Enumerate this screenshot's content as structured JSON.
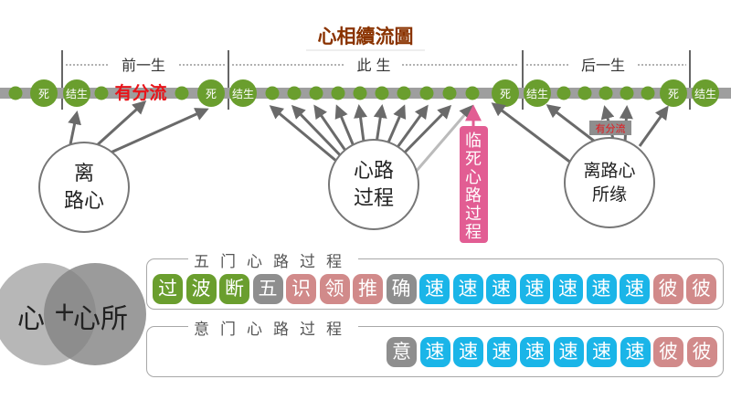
{
  "title": "心相續流圖",
  "sections": {
    "previous": "前一生",
    "present": "此 生",
    "next": "后一生"
  },
  "dot_labels": {
    "death": "死",
    "rebirth": "结生"
  },
  "annotation_red": "有分流",
  "annotation_small": "有分流",
  "circles": {
    "left": "离\n路心",
    "middle": "心路\n过程",
    "right": "离路心\n所缘"
  },
  "vertical_label": "临死心路过程",
  "venn": {
    "left": "心",
    "plus": "+",
    "right": "心所"
  },
  "colors": {
    "green": "#6a9e2e",
    "track": "#9e9e9e",
    "grey": "#8e8e8e",
    "pink": "#d18a8a",
    "blue": "#1ab5e8",
    "magenta": "#e25d93",
    "red": "#e8141a",
    "title": "#8a3300"
  },
  "five_door": {
    "title": "五门心路过程",
    "cells": [
      {
        "text": "过",
        "color": "green"
      },
      {
        "text": "波",
        "color": "green"
      },
      {
        "text": "断",
        "color": "green"
      },
      {
        "text": "五",
        "color": "grey"
      },
      {
        "text": "识",
        "color": "pink"
      },
      {
        "text": "领",
        "color": "pink"
      },
      {
        "text": "推",
        "color": "pink"
      },
      {
        "text": "确",
        "color": "grey"
      },
      {
        "text": "速",
        "color": "blue"
      },
      {
        "text": "速",
        "color": "blue"
      },
      {
        "text": "速",
        "color": "blue"
      },
      {
        "text": "速",
        "color": "blue"
      },
      {
        "text": "速",
        "color": "blue"
      },
      {
        "text": "速",
        "color": "blue"
      },
      {
        "text": "速",
        "color": "blue"
      },
      {
        "text": "彼",
        "color": "pink"
      },
      {
        "text": "彼",
        "color": "pink"
      }
    ]
  },
  "mind_door": {
    "title": "意门心路过程",
    "cells": [
      {
        "text": "意",
        "color": "grey"
      },
      {
        "text": "速",
        "color": "blue"
      },
      {
        "text": "速",
        "color": "blue"
      },
      {
        "text": "速",
        "color": "blue"
      },
      {
        "text": "速",
        "color": "blue"
      },
      {
        "text": "速",
        "color": "blue"
      },
      {
        "text": "速",
        "color": "blue"
      },
      {
        "text": "速",
        "color": "blue"
      },
      {
        "text": "彼",
        "color": "pink"
      },
      {
        "text": "彼",
        "color": "pink"
      }
    ]
  }
}
